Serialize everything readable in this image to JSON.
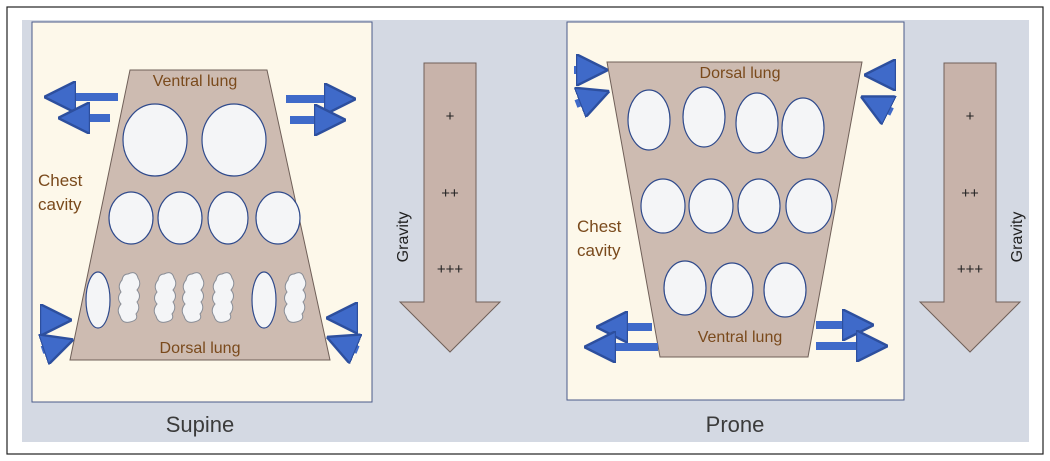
{
  "colors": {
    "frame_bg": "#d4d9e3",
    "panel_bg": "#fdf8ea",
    "lung_fill": "#cdbbb1",
    "lung_stroke": "#6f5f58",
    "alveolus_fill": "#f4f5f7",
    "alveolus_stroke": "#2f4a8c",
    "arrow_blue": "#3f6ac9",
    "gravity_fill": "#c8b3aa",
    "label_brown": "#7a4a1c",
    "caption": "#3b3b3b"
  },
  "icons": {
    "airflow_arrow": "blue-right-arrow-icon",
    "gravity_arrow": "down-arrow-icon"
  },
  "supine": {
    "caption": "Supine",
    "top_label": "Ventral lung",
    "bottom_label": "Dorsal lung",
    "chest_label_line1": "Chest",
    "chest_label_line2": "cavity",
    "gravity_label": "Gravity",
    "grad_1": "+",
    "grad_2": "++",
    "grad_3": "+++"
  },
  "prone": {
    "caption": "Prone",
    "top_label": "Dorsal lung",
    "bottom_label": "Ventral lung",
    "chest_label_line1": "Chest",
    "chest_label_line2": "cavity",
    "gravity_label": "Gravity",
    "grad_1": "+",
    "grad_2": "++",
    "grad_3": "+++"
  }
}
